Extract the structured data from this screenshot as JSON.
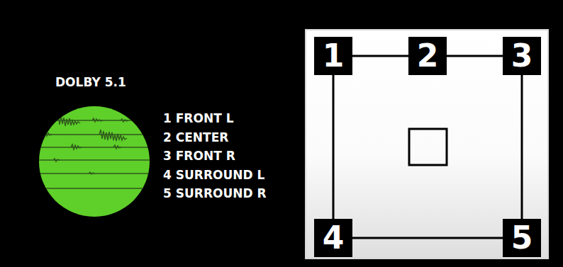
{
  "diagram": {
    "title": "DOLBY 5.1",
    "nodes": [
      {
        "text": [
          "1"
        ]
      },
      {
        "text": [
          "2"
        ]
      },
      {
        "text": [
          "3"
        ]
      },
      {
        "text": [
          "4"
        ]
      },
      {
        "text": [
          "5"
        ]
      }
    ],
    "edges": [
      {
        "from": 0,
        "to": 1,
        "arrow": "none"
      },
      {
        "from": 1,
        "to": 2,
        "arrow": "none"
      },
      {
        "from": 2,
        "to": 4,
        "arrow": "none"
      },
      {
        "from": 4,
        "to": 3,
        "arrow": "none"
      },
      {
        "from": 3,
        "to": 0,
        "arrow": "none"
      }
    ],
    "labels": [
      "1 FRONT L",
      "2 CENTER",
      "3 FRONT R",
      "4 SURROUND L",
      "5 SURROUND R"
    ]
  }
}
